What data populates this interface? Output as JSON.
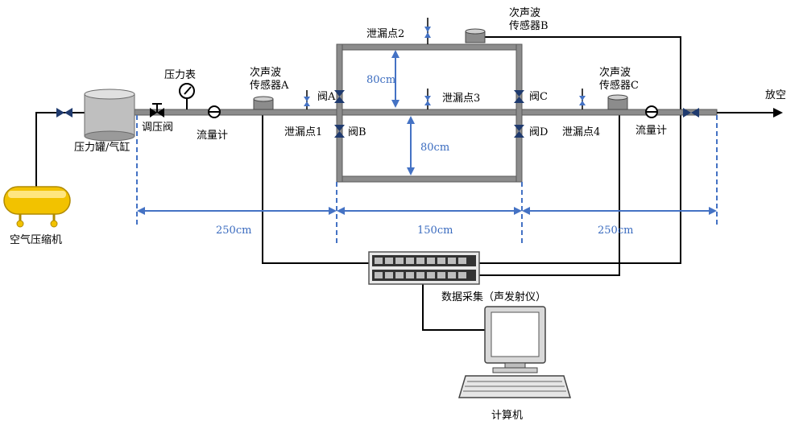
{
  "labels": {
    "compressor": "空气压缩机",
    "tank": "压力罐/气缸",
    "regulator": "调压阀",
    "gauge": "压力表",
    "flowmeter_left": "流量计",
    "flowmeter_right": "流量计",
    "sensor_a_line1": "次声波",
    "sensor_a_line2": "传感器A",
    "sensor_b_line1": "次声波",
    "sensor_b_line2": "传感器B",
    "sensor_c_line1": "次声波",
    "sensor_c_line2": "传感器C",
    "valve_a": "阀A",
    "valve_b": "阀B",
    "valve_c": "阀C",
    "valve_d": "阀D",
    "leak1": "泄漏点1",
    "leak2": "泄漏点2",
    "leak3": "泄漏点3",
    "leak4": "泄漏点4",
    "vent": "放空",
    "daq": "数据采集（声发射仪）",
    "computer": "计算机"
  },
  "dimensions": {
    "upper_height": "80cm",
    "lower_height": "80cm",
    "left_span": "250cm",
    "middle_span": "150cm",
    "right_span": "250cm"
  },
  "colors": {
    "pipe": "#8c8c8c",
    "dimension": "#4472c4",
    "compressor": "#f2c200",
    "valve": "#1f3a6e"
  }
}
